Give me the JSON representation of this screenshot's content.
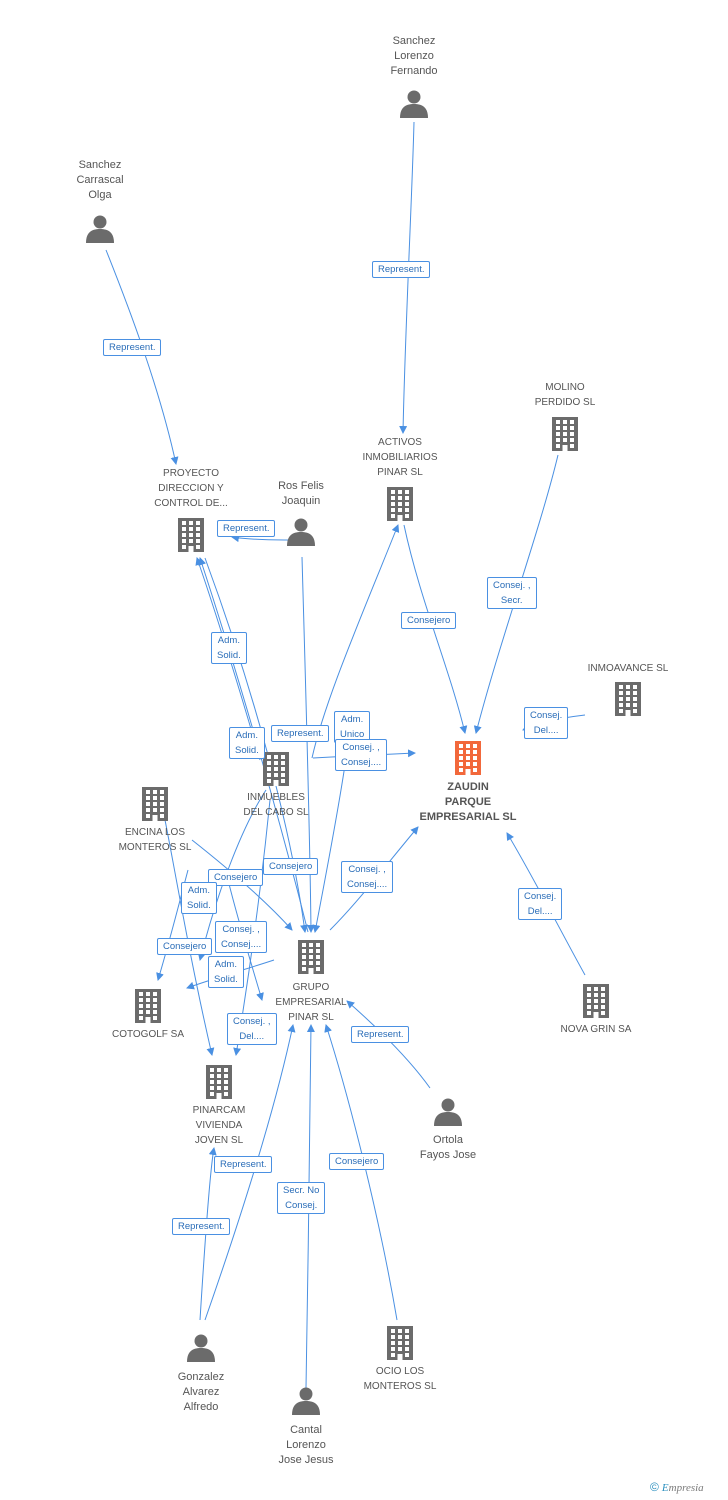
{
  "colors": {
    "edge": "#4a90e2",
    "node_icon": "#6b6b6b",
    "focus_icon": "#f2683b",
    "label_text": "#555555"
  },
  "nodes": [
    {
      "id": "sanchez_lorenzo",
      "kind": "person",
      "lines": [
        "Sanchez",
        "Lorenzo",
        "Fernando"
      ]
    },
    {
      "id": "sanchez_carrascal",
      "kind": "person",
      "lines": [
        "Sanchez",
        "Carrascal",
        "Olga"
      ]
    },
    {
      "id": "molino",
      "kind": "company",
      "lines": [
        "MOLINO",
        "PERDIDO SL"
      ]
    },
    {
      "id": "activos",
      "kind": "company",
      "lines": [
        "ACTIVOS",
        "INMOBILIARIOS",
        "PINAR SL"
      ]
    },
    {
      "id": "proyecto",
      "kind": "company",
      "lines": [
        "PROYECTO",
        "DIRECCION Y",
        "CONTROL DE..."
      ]
    },
    {
      "id": "ros_felis",
      "kind": "person",
      "lines": [
        "Ros Felis",
        "Joaquin"
      ]
    },
    {
      "id": "inmoavance",
      "kind": "company",
      "lines": [
        "INMOAVANCE SL"
      ]
    },
    {
      "id": "zaudin",
      "kind": "focus",
      "lines": [
        "ZAUDIN",
        "PARQUE",
        "EMPRESARIAL SL"
      ]
    },
    {
      "id": "inmuebles",
      "kind": "company",
      "lines": [
        "INMUEBLES",
        "DEL CABO SL"
      ]
    },
    {
      "id": "encina",
      "kind": "company",
      "lines": [
        "ENCINA LOS",
        "MONTEROS SL"
      ]
    },
    {
      "id": "grupo",
      "kind": "company",
      "lines": [
        "GRUPO",
        "EMPRESARIAL",
        "PINAR SL"
      ]
    },
    {
      "id": "cotogolf",
      "kind": "company",
      "lines": [
        "COTOGOLF SA"
      ]
    },
    {
      "id": "nova_grin",
      "kind": "company",
      "lines": [
        "NOVA GRIN SA"
      ]
    },
    {
      "id": "pinarcam",
      "kind": "company",
      "lines": [
        "PINARCAM",
        "VIVIENDA",
        "JOVEN SL"
      ]
    },
    {
      "id": "ortola",
      "kind": "person",
      "lines": [
        "Ortola",
        "Fayos Jose"
      ]
    },
    {
      "id": "ocio",
      "kind": "company",
      "lines": [
        "OCIO LOS",
        "MONTEROS SL"
      ]
    },
    {
      "id": "gonzalez",
      "kind": "person",
      "lines": [
        "Gonzalez",
        "Alvarez",
        "Alfredo"
      ]
    },
    {
      "id": "cantal",
      "kind": "person",
      "lines": [
        "Cantal",
        "Lorenzo",
        "Jose Jesus"
      ]
    }
  ],
  "edge_labels": [
    {
      "id": "e1",
      "lines": [
        "Represent."
      ]
    },
    {
      "id": "e2",
      "lines": [
        "Represent."
      ]
    },
    {
      "id": "e3",
      "lines": [
        "Represent."
      ]
    },
    {
      "id": "e4",
      "lines": [
        "Consej. ,",
        "Secr."
      ]
    },
    {
      "id": "e5",
      "lines": [
        "Consejero"
      ]
    },
    {
      "id": "e6",
      "lines": [
        "Adm.",
        "Solid."
      ]
    },
    {
      "id": "e7",
      "lines": [
        "Consej.",
        "Del...."
      ]
    },
    {
      "id": "e8",
      "lines": [
        "Adm.",
        "Unico"
      ]
    },
    {
      "id": "e9",
      "lines": [
        "Represent."
      ]
    },
    {
      "id": "e10",
      "lines": [
        "Adm.",
        "Solid."
      ]
    },
    {
      "id": "e11",
      "lines": [
        "Consej. ,",
        "Consej...."
      ]
    },
    {
      "id": "e12",
      "lines": [
        "Consejero"
      ]
    },
    {
      "id": "e13",
      "lines": [
        "Consejero"
      ]
    },
    {
      "id": "e14",
      "lines": [
        "Consej. ,",
        "Consej...."
      ]
    },
    {
      "id": "e15",
      "lines": [
        "Adm.",
        "Solid."
      ]
    },
    {
      "id": "e16",
      "lines": [
        "Consej.",
        "Del...."
      ]
    },
    {
      "id": "e17",
      "lines": [
        "Consejero"
      ]
    },
    {
      "id": "e18",
      "lines": [
        "Consej. ,",
        "Consej...."
      ]
    },
    {
      "id": "e19",
      "lines": [
        "Adm.",
        "Solid."
      ]
    },
    {
      "id": "e20",
      "lines": [
        "Consej. ,",
        "Del...."
      ]
    },
    {
      "id": "e21",
      "lines": [
        "Represent."
      ]
    },
    {
      "id": "e22",
      "lines": [
        "Represent."
      ]
    },
    {
      "id": "e23",
      "lines": [
        "Consejero"
      ]
    },
    {
      "id": "e24",
      "lines": [
        "Secr. No",
        "Consej."
      ]
    },
    {
      "id": "e25",
      "lines": [
        "Represent."
      ]
    }
  ],
  "footer": {
    "copyright": "©",
    "brand_initial": "E",
    "brand_rest": "mpresia"
  }
}
